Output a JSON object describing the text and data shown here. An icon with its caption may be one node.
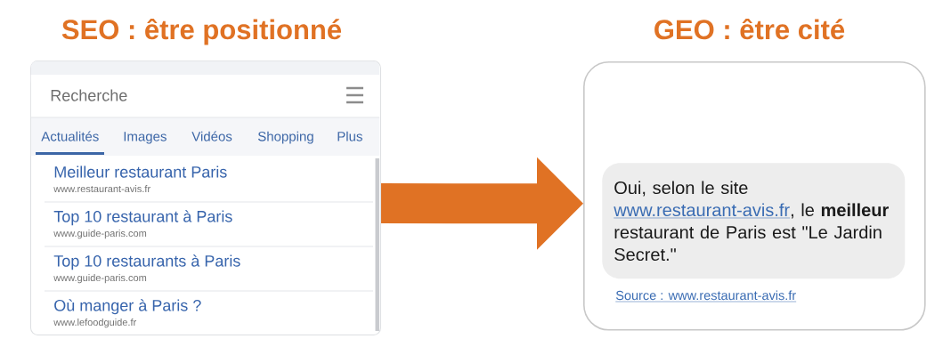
{
  "diagram": {
    "nodes": [
      {
        "text": [
          "SEO : être positionné",
          "Recherche",
          "Actualités",
          "Images",
          "Vidéos",
          "Shopping",
          "Plus",
          "Meilleur restaurant Paris",
          "www.restaurant-avis.fr",
          "Top 10 restaurant à Paris",
          "www.guide-paris.com",
          "Top 10 restaurants à Paris",
          "www.guide-paris.com",
          "Où manger à Paris ?",
          "www.lefoodguide.fr"
        ]
      },
      {
        "text": [
          "GEO : être cité",
          "Source : www.restaurant-avis.fr"
        ]
      },
      {
        "text": [
          "Oui, selon le site www.restaurant-avis.fr, le **meilleur** restaurant de Paris est \"Le Jardin Secret.\""
        ],
        "in": 1
      }
    ],
    "edges": [
      {
        "from": 0,
        "to": 1,
        "arrow": "to"
      }
    ]
  }
}
